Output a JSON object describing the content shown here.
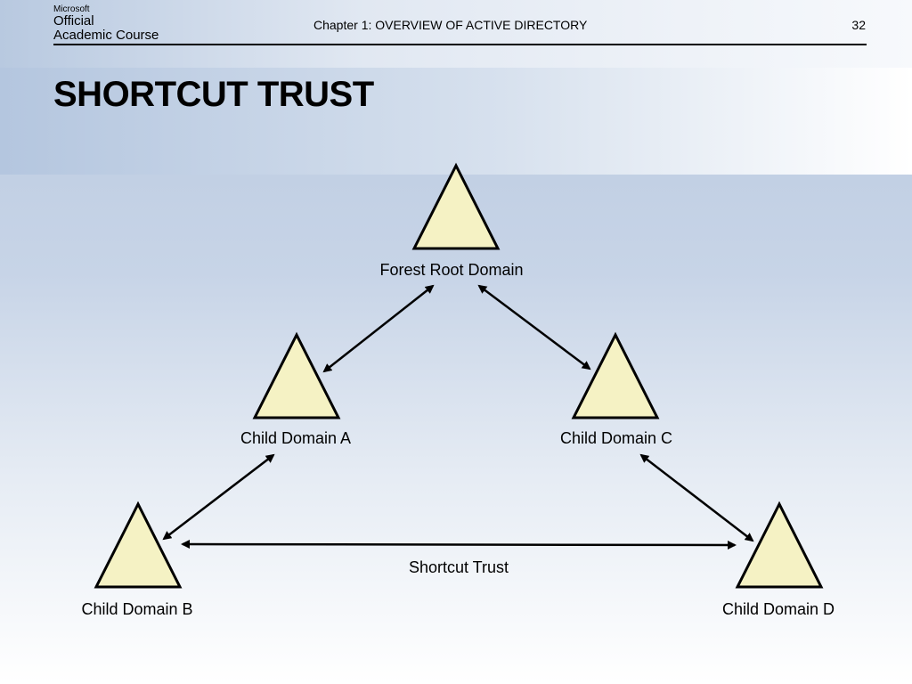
{
  "header": {
    "logo": {
      "line1": "Microsoft",
      "line2": "Official",
      "line3": "Academic Course"
    },
    "chapter": "Chapter 1: OVERVIEW OF ACTIVE DIRECTORY",
    "page_number": "32"
  },
  "slide": {
    "title": "SHORTCUT TRUST"
  },
  "diagram": {
    "nodes": {
      "forest_root": "Forest Root Domain",
      "child_a": "Child Domain A",
      "child_b": "Child Domain B",
      "child_c": "Child Domain C",
      "child_d": "Child Domain D"
    },
    "edge_labels": {
      "shortcut": "Shortcut Trust"
    }
  },
  "colors": {
    "triangle_fill": "#f5f2c4",
    "stroke": "#000000"
  }
}
